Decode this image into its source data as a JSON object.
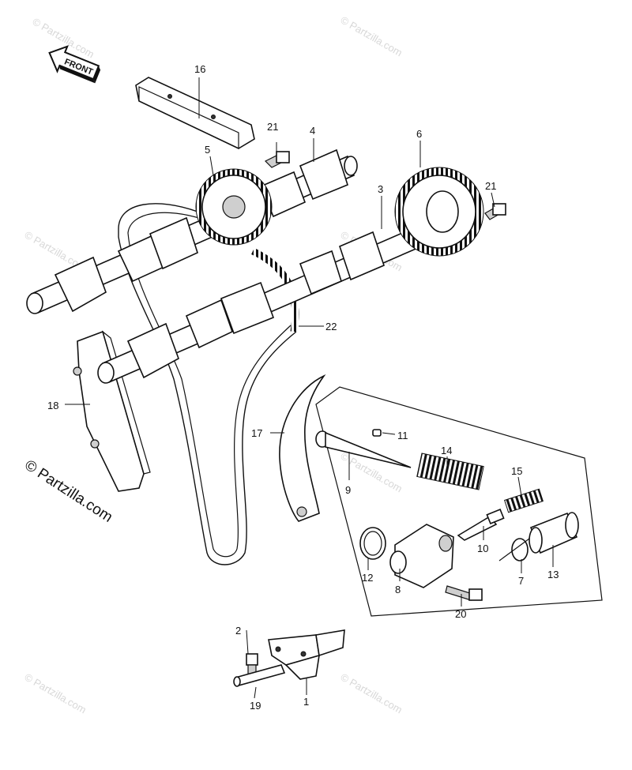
{
  "front_label": "FRONT",
  "copyright": "© Partzilla.com",
  "watermark": "© Partzilla.com",
  "callouts": {
    "c1": "1",
    "c2": "2",
    "c3": "3",
    "c4": "4",
    "c5": "5",
    "c6": "6",
    "c7": "7",
    "c8": "8",
    "c9": "9",
    "c10": "10",
    "c11": "11",
    "c12": "12",
    "c13": "13",
    "c14": "14",
    "c15": "15",
    "c16": "16",
    "c17": "17",
    "c18": "18",
    "c19": "19",
    "c20": "20",
    "c21a": "21",
    "c21b": "21",
    "c22": "22"
  }
}
